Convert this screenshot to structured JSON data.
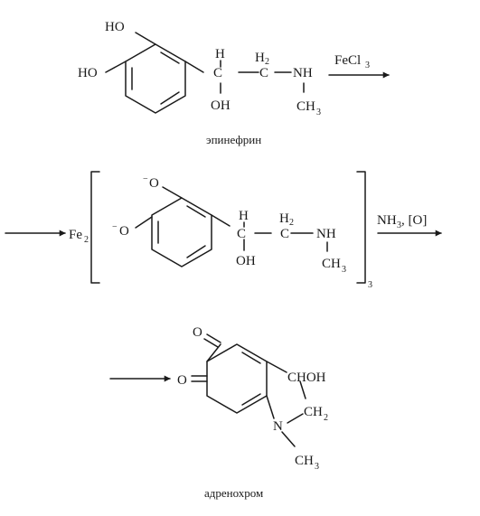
{
  "colors": {
    "ink": "#1a1a1a",
    "background": "#ffffff"
  },
  "step1": {
    "ho_top": "HO",
    "ho_left": "HO",
    "h": "H",
    "c": "C",
    "h2_c": "H",
    "h2_sub": "2",
    "c2": "C",
    "nh": "NH",
    "oh": "OH",
    "ch": "CH",
    "ch3_sub": "3",
    "reagent_base": "FeCl",
    "reagent_sub": "3",
    "caption": "эпинефрин"
  },
  "step2": {
    "fe": "Fe",
    "fe_sub": "2",
    "minus1": "−",
    "o1": "O",
    "minus2": "−",
    "o2": "O",
    "h": "H",
    "c": "C",
    "h2_c": "H",
    "h2_sub": "2",
    "c2": "C",
    "nh": "NH",
    "oh": "OH",
    "ch": "CH",
    "ch3_sub": "3",
    "bracket_sub": "3",
    "reagent_nh": "NH",
    "reagent_nh_sub": "3",
    "reagent_rest": ", [O]"
  },
  "step3": {
    "o_top": "O",
    "o_left": "O",
    "chоh": "CHOH",
    "ch2": "CH",
    "ch2_sub": "2",
    "n": "N",
    "ch": "CH",
    "ch3_sub": "3",
    "caption": "адренохром"
  }
}
